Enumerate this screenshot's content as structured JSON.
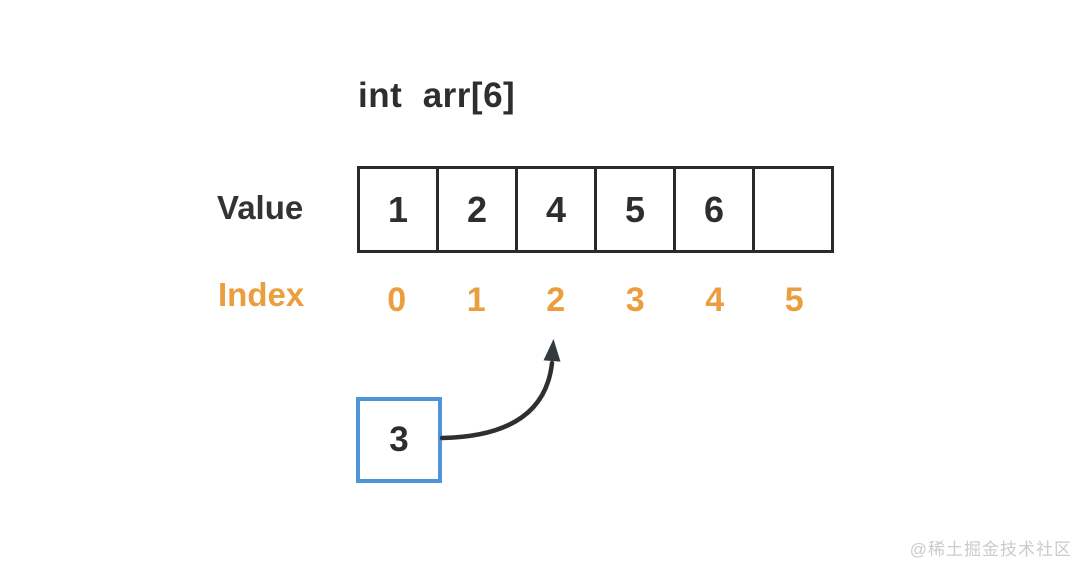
{
  "title": "int  arr[6]",
  "labels": {
    "value": "Value",
    "index": "Index"
  },
  "array": {
    "values": [
      "1",
      "2",
      "4",
      "5",
      "6",
      ""
    ],
    "indices": [
      "0",
      "1",
      "2",
      "3",
      "4",
      "5"
    ]
  },
  "insert": {
    "value": "3",
    "target_index": "2"
  },
  "watermark": "@稀土掘金技术社区",
  "colors": {
    "dark": "#2e2e2e",
    "orange": "#EA9E3D",
    "blue": "#4E94D6",
    "watermark_gray": "#cbcbcb"
  }
}
